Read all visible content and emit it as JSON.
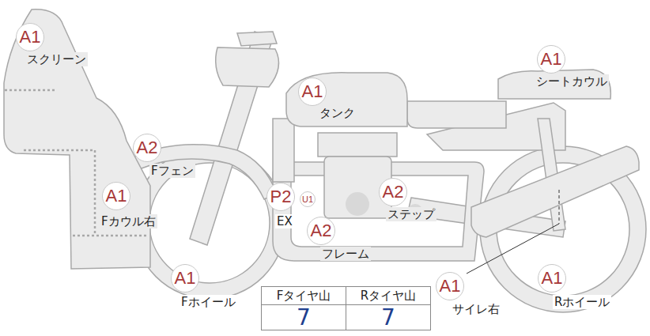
{
  "diagram": {
    "nodes": [
      {
        "text": [
          "A1",
          "スクリーン"
        ]
      },
      {
        "text": [
          "A1",
          "シートカウル"
        ]
      },
      {
        "text": [
          "A1",
          "タンク"
        ]
      },
      {
        "text": [
          "A2",
          "Fフェン"
        ]
      },
      {
        "text": [
          "A1",
          "Fカウル右"
        ]
      },
      {
        "text": [
          "P2",
          "EX"
        ]
      },
      {
        "text": [
          "U1"
        ]
      },
      {
        "text": [
          "A2",
          "ステップ"
        ]
      },
      {
        "text": [
          "A2",
          "フレーム"
        ]
      },
      {
        "text": [
          "A1",
          "サイレ右"
        ]
      },
      {
        "text": [
          "A1",
          "Fホイール"
        ]
      },
      {
        "text": [
          "A1",
          "Rホイール"
        ]
      }
    ],
    "edges": [],
    "labels": [
      "Fタイヤ山",
      "Rタイヤ山",
      "7",
      "7"
    ]
  }
}
